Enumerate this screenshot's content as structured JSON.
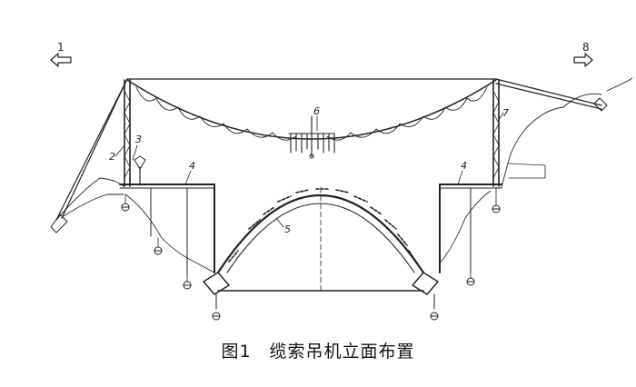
{
  "caption": "图1　缆索吊机立面布置",
  "labels": {
    "n1": "1",
    "n2": "2",
    "n3": "3",
    "n4a": "4",
    "n4b": "4",
    "n5": "5",
    "n6": "6",
    "n7": "7",
    "n8": "8"
  }
}
